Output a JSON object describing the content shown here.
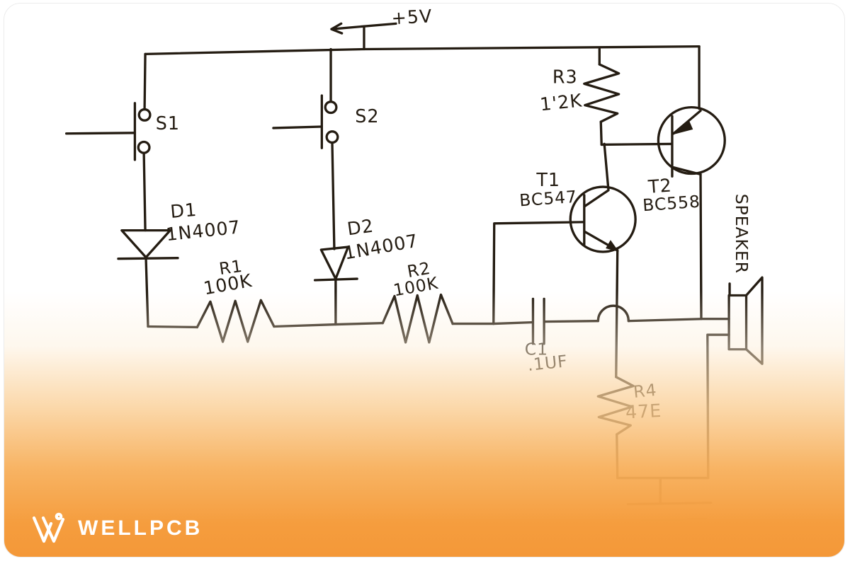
{
  "brand": {
    "name": "WELLPCB"
  },
  "colors": {
    "ink": "#241c12",
    "accent_orange": "#f59d3e",
    "logo_white": "#ffffff"
  },
  "schematic": {
    "power": {
      "label": "+5V"
    },
    "switches": [
      {
        "ref": "S1"
      },
      {
        "ref": "S2"
      }
    ],
    "diodes": [
      {
        "ref": "D1",
        "value": "1N4007"
      },
      {
        "ref": "D2",
        "value": "1N4007"
      }
    ],
    "resistors": [
      {
        "ref": "R1",
        "value": "100K"
      },
      {
        "ref": "R2",
        "value": "100K"
      },
      {
        "ref": "R3",
        "value": "1'2K"
      },
      {
        "ref": "R4",
        "value": "47E"
      }
    ],
    "capacitors": [
      {
        "ref": "C1",
        "value": ".1UF"
      }
    ],
    "transistors": [
      {
        "ref": "T1",
        "value": "BC547"
      },
      {
        "ref": "T2",
        "value": "BC558"
      }
    ],
    "speaker": {
      "label": "SPEAKER"
    }
  }
}
